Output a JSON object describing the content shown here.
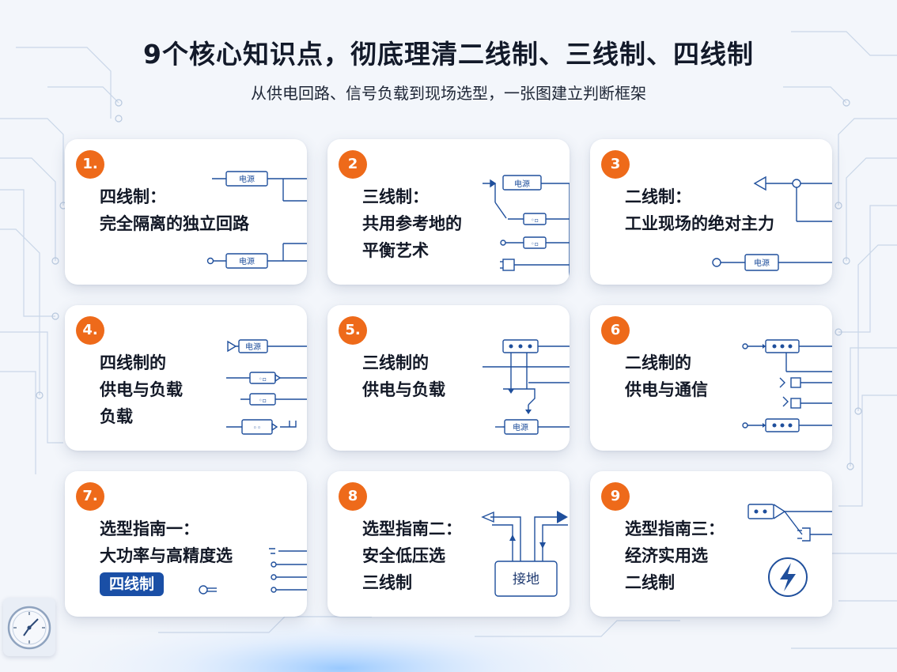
{
  "title": "9个核心知识点，彻底理清二线制、三线制、四线制",
  "subtitle": "从供电回路、信号负载到现场选型，一张图建立判断框架",
  "cards": [
    {
      "number": "1.",
      "lines": [
        "四线制：",
        "完全隔离的独立回路"
      ],
      "tags": [
        "电源",
        "电源"
      ]
    },
    {
      "number": "2",
      "lines": [
        "三线制：",
        "共用参考地的",
        "平衡艺术"
      ],
      "tags": [
        "电源"
      ]
    },
    {
      "number": "3",
      "lines": [
        "二线制：",
        "工业现场的绝对主力"
      ],
      "tags": [
        "电源"
      ]
    },
    {
      "number": "4.",
      "lines": [
        "四线制的",
        "供电与负载",
        "负载"
      ],
      "tags": [
        "电源"
      ]
    },
    {
      "number": "5.",
      "lines": [
        "三线制的",
        "供电与负载"
      ],
      "tags": [
        "电源"
      ]
    },
    {
      "number": "6",
      "lines": [
        "二线制的",
        "供电与通信"
      ],
      "tags": []
    },
    {
      "number": "7.",
      "lines": [
        "选型指南一：",
        "大功率与高精度选"
      ],
      "badge": "四线制",
      "tags": []
    },
    {
      "number": "8",
      "lines": [
        "选型指南二：",
        "安全低压选",
        "三线制"
      ],
      "tags": [
        "接地"
      ]
    },
    {
      "number": "9",
      "lines": [
        "选型指南三：",
        "经济实用选",
        "二线制"
      ],
      "tags": []
    }
  ],
  "colors": {
    "accent": "#ee6a1a",
    "line": "#1f4f9c",
    "badge": "#1a4fa6",
    "title": "#131a2a"
  },
  "icons": [
    "clock-icon",
    "lightning-icon",
    "ground-plug-icon"
  ]
}
